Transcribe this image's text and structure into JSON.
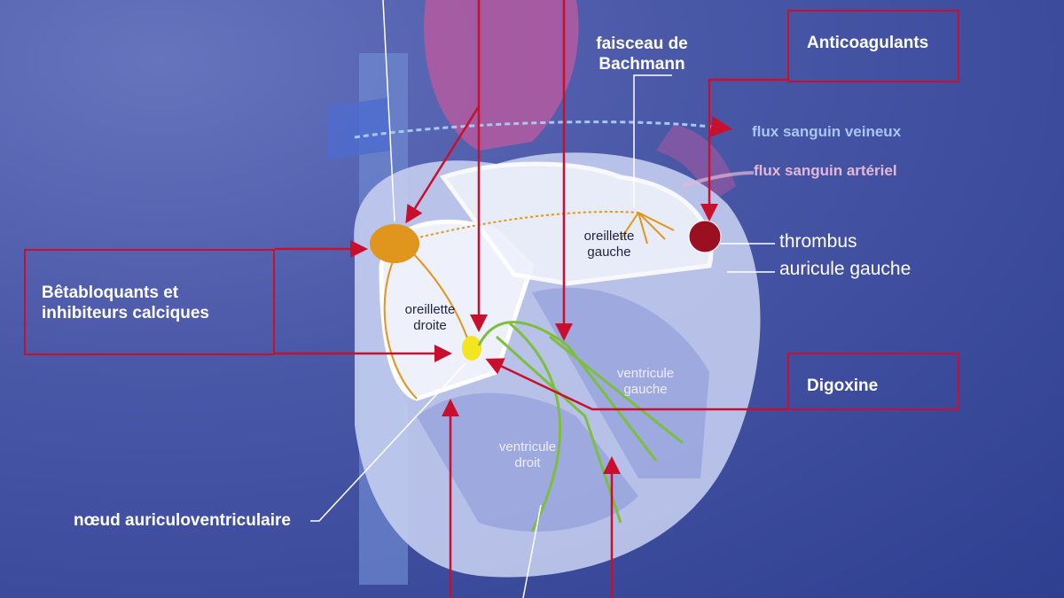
{
  "drugs": {
    "anticoagulants": "Anticoagulants",
    "betabloquants": "Bêtabloquants et inhibiteurs calciques",
    "digoxine": "Digoxine"
  },
  "labels": {
    "faisceau": "faisceau de Bachmann",
    "flux_veineux": "flux sanguin veineux",
    "flux_arteriel": "flux sanguin artériel",
    "thrombus": "thrombus",
    "auricule": "auricule gauche",
    "noeud_av": "nœud auriculoventriculaire",
    "oreillette_gauche": "oreillette gauche",
    "oreillette_droite": "oreillette droite",
    "ventricule_gauche": "ventricule gauche",
    "ventricule_droit": "ventricule droit"
  },
  "colors": {
    "arrow": "#c8102e",
    "conduction_orange": "#e0961c",
    "conduction_green": "#7cbf3c",
    "venous": "#a9c7ee",
    "arterial": "#e6b7d6"
  }
}
